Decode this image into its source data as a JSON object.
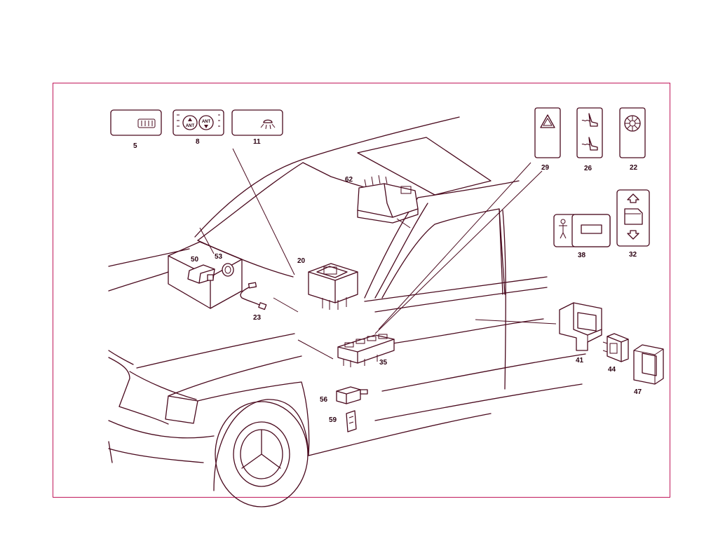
{
  "colors": {
    "frame": "#c0185a",
    "ink": "#4a0a1e",
    "background": "#ffffff"
  },
  "parts": [
    {
      "id": "5",
      "label": "5",
      "icon": "rear-defrost-icon"
    },
    {
      "id": "8",
      "label": "8",
      "icon": "antenna-switch-icon",
      "sub": [
        "ANT",
        "ANT"
      ]
    },
    {
      "id": "11",
      "label": "11",
      "icon": "interior-light-icon"
    },
    {
      "id": "29",
      "label": "29",
      "icon": "hazard-icon"
    },
    {
      "id": "26",
      "label": "26",
      "icon": "seat-heater-icon"
    },
    {
      "id": "22",
      "label": "22",
      "icon": "heater-fan-icon"
    },
    {
      "id": "32",
      "label": "32",
      "icon": "window-switch-icon"
    },
    {
      "id": "38",
      "label": "38",
      "icon": "occupant-icon"
    },
    {
      "id": "62",
      "label": "62",
      "icon": "roof-switch-icon"
    },
    {
      "id": "50",
      "label": "50",
      "icon": "switch-connector-icon"
    },
    {
      "id": "53",
      "label": "53",
      "icon": "ring-icon"
    },
    {
      "id": "23",
      "label": "23",
      "icon": "center-switch-icon"
    },
    {
      "id": "20",
      "label": "20",
      "icon": "sensor-cable-icon"
    },
    {
      "id": "35",
      "label": "35",
      "icon": "window-switch-block-icon"
    },
    {
      "id": "41",
      "label": "41",
      "icon": "switch-frame-icon"
    },
    {
      "id": "44",
      "label": "44",
      "icon": "rocker-switch-icon"
    },
    {
      "id": "47",
      "label": "47",
      "icon": "switch-bezel-icon"
    },
    {
      "id": "56",
      "label": "56",
      "icon": "door-contact-icon"
    },
    {
      "id": "59",
      "label": "59",
      "icon": "clip-icon"
    }
  ]
}
